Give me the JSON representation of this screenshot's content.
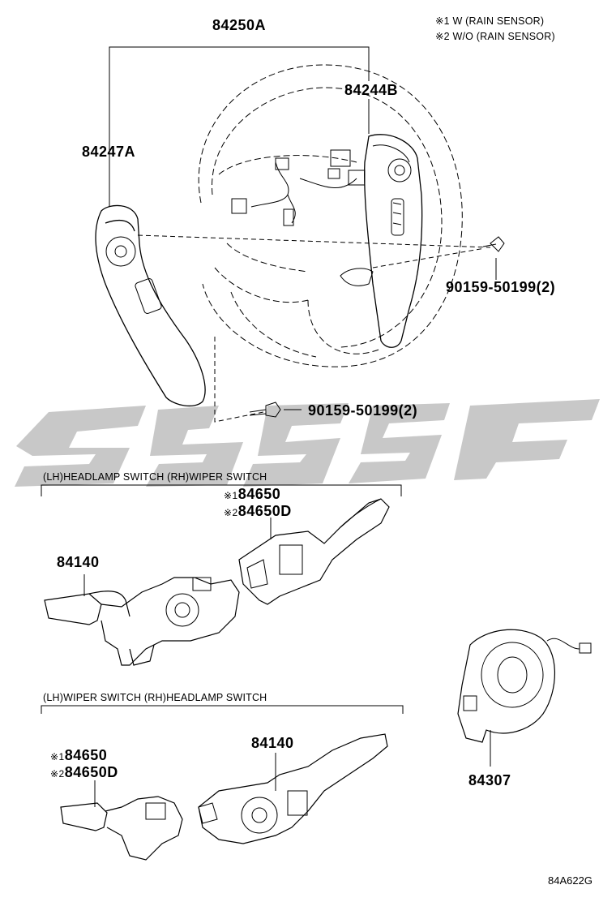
{
  "notes": {
    "note1": "※1 W (RAIN SENSOR)",
    "note2": "※2 W/O (RAIN SENSOR)"
  },
  "parts": {
    "steering_assembly": "84250A",
    "right_switch": "84244B",
    "left_switch": "84247A",
    "bolt_upper": "90159-50199(2)",
    "bolt_lower": "90159-50199(2)",
    "combo_switch_upper": "84140",
    "wiper_upper_pre1": "※1",
    "wiper_upper_1": "84650",
    "wiper_upper_pre2": "※2",
    "wiper_upper_2": "84650D",
    "wiper_lower_pre1": "※1",
    "wiper_lower_1": "84650",
    "wiper_lower_pre2": "※2",
    "wiper_lower_2": "84650D",
    "combo_switch_lower": "84140",
    "spiral_cable": "84307"
  },
  "groups": {
    "upper": "(LH)HEADLAMP SWITCH   (RH)WIPER SWITCH",
    "lower": "(LH)WIPER SWITCH   (RH)HEADLAMP SWITCH"
  },
  "figure_ref": "84A622G",
  "colors": {
    "line": "#000000",
    "watermark": "#c8c8c8"
  }
}
